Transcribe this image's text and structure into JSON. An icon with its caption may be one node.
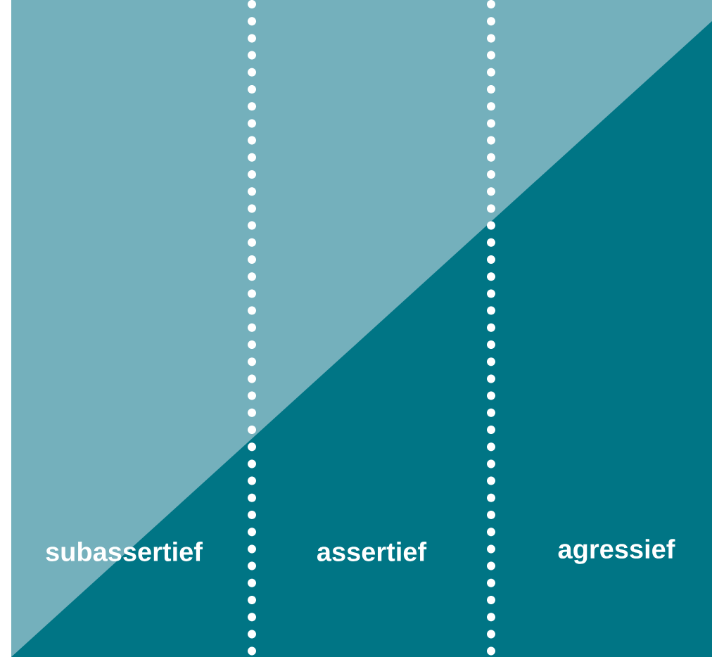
{
  "diagram": {
    "labels": [
      "subassertief",
      "assertief",
      "agressief"
    ]
  }
}
